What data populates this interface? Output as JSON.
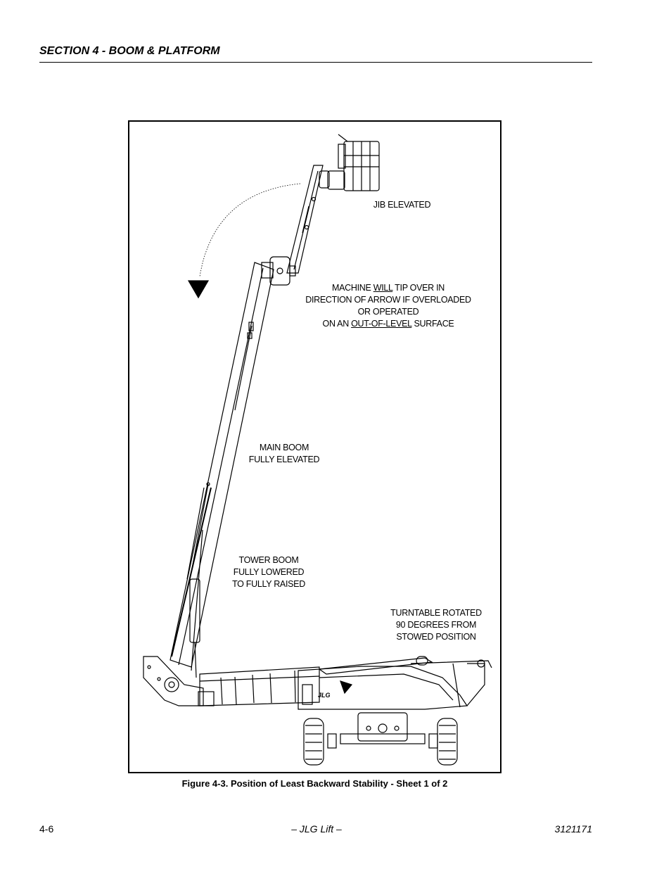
{
  "header": {
    "section_title": "SECTION 4 - BOOM & PLATFORM"
  },
  "figure": {
    "labels": {
      "jib": "JIB ELEVATED",
      "warning_line1_pre": "MACHINE ",
      "warning_line1_u": "WILL",
      "warning_line1_post": " TIP OVER IN",
      "warning_line2": "DIRECTION OF ARROW IF OVERLOADED",
      "warning_line3": "OR OPERATED",
      "warning_line4_pre": "ON AN ",
      "warning_line4_u": "OUT-OF-LEVEL",
      "warning_line4_post": " SURFACE",
      "main_boom_line1": "MAIN BOOM",
      "main_boom_line2": "FULLY ELEVATED",
      "tower_line1": "TOWER BOOM",
      "tower_line2": "FULLY LOWERED",
      "tower_line3": "TO FULLY RAISED",
      "turntable_line1": "TURNTABLE ROTATED",
      "turntable_line2": "90 DEGREES FROM",
      "turntable_line3": "STOWED POSITION",
      "logo": "JLG"
    },
    "caption": "Figure 4-3. Position of Least Backward Stability - Sheet 1 of 2"
  },
  "footer": {
    "page_number": "4-6",
    "center": "– JLG Lift –",
    "doc_number": "3121171"
  }
}
